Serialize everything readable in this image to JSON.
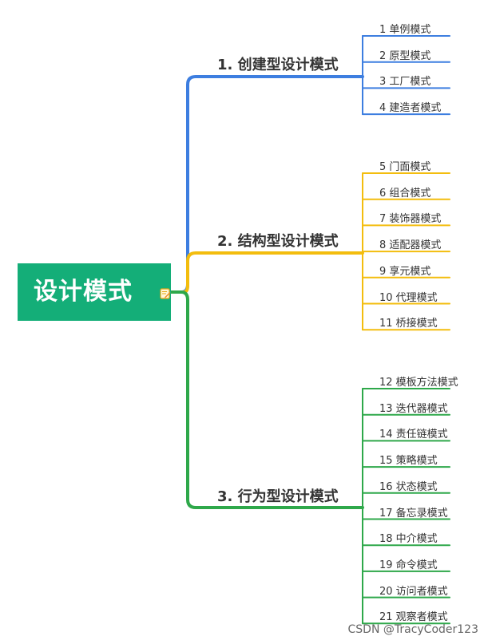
{
  "root": {
    "label": "设计模式",
    "note_icon": "note-edit-icon"
  },
  "colors": {
    "root_bg": "#14ae78",
    "creational": "#3d7ee0",
    "structural": "#f3bd0e",
    "behavioral": "#2ea84a"
  },
  "branches": [
    {
      "id": "creational",
      "label": "1. 创建型设计模式",
      "leaves": [
        "1 单例模式",
        "2 原型模式",
        "3 工厂模式",
        "4 建造者模式"
      ]
    },
    {
      "id": "structural",
      "label": "2. 结构型设计模式",
      "leaves": [
        "5 门面模式",
        "6 组合模式",
        "7 装饰器模式",
        "8 适配器模式",
        "9 享元模式",
        "10 代理模式",
        "11 桥接模式"
      ]
    },
    {
      "id": "behavioral",
      "label": "3. 行为型设计模式",
      "leaves": [
        "12 模板方法模式",
        "13 迭代器模式",
        "14 责任链模式",
        "15 策略模式",
        "16 状态模式",
        "17 备忘录模式",
        "18 中介模式",
        "19 命令模式",
        "20 访问者模式",
        "21 观察者模式"
      ]
    }
  ],
  "watermark": "CSDN @TracyCoder123"
}
